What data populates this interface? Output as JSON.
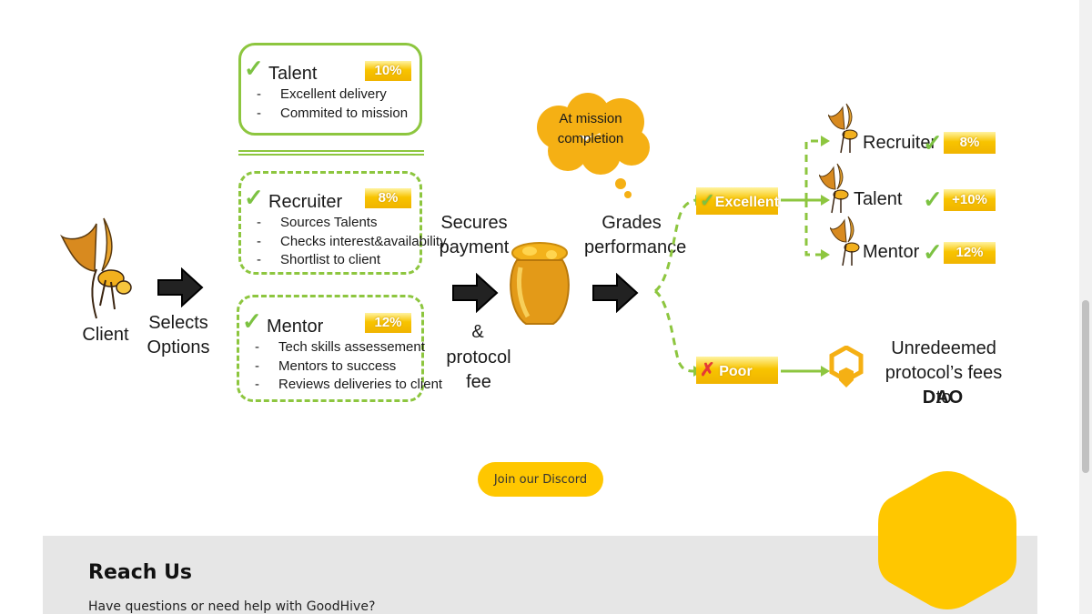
{
  "diagram": {
    "client_label": "Client",
    "selects_options": "Selects\nOptions",
    "talent_box": {
      "title": "Talent",
      "badge": "10%",
      "items": [
        "Excellent delivery",
        "Commited to mission"
      ]
    },
    "recruiter_box": {
      "title": "Recruiter",
      "badge": "8%",
      "items": [
        "Sources Talents",
        "Checks interest&availability",
        "Shortlist to client"
      ]
    },
    "mentor_box": {
      "title": "Mentor",
      "badge": "12%",
      "items": [
        "Tech skills assessement",
        "Mentors to success",
        "Reviews deliveries to client"
      ]
    },
    "secures_payment": "Secures\npayment",
    "ampersand": "&",
    "protocol_fee": "protocol fee",
    "cloud_text": "At mission\ncompletion",
    "grades_performance": "Grades\nperformance",
    "excellent_label": "Excellent",
    "poor_label": "Poor",
    "outcomes": [
      {
        "role": "Recruiter",
        "badge": "8%"
      },
      {
        "role": "Talent",
        "badge": "+10%"
      },
      {
        "role": "Mentor",
        "badge": "12%"
      }
    ],
    "unredeemed_text": "Unredeemed\nprotocol’s fees to",
    "dao_text": "DAO"
  },
  "cta": {
    "discord_label": "Join our Discord"
  },
  "footer": {
    "title": "Reach Us",
    "subtitle": "Have questions or need help with GoodHive?"
  },
  "colors": {
    "brand_yellow": "#ffc700",
    "green": "#8dc63f",
    "footer_bg": "#e6e6e6",
    "poor_red": "#e53935"
  }
}
